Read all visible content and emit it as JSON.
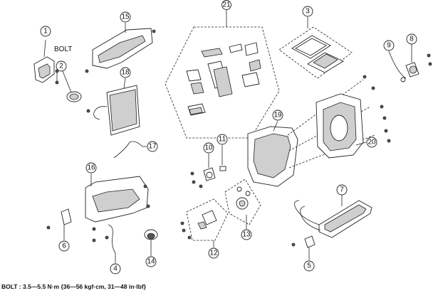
{
  "bolt_label": "BOLT",
  "torque_note": "BOLT : 3.5—5.5 N·m {36—56 kgf·cm, 31—48 in·lbf}",
  "callouts": [
    "1",
    "2",
    "3",
    "4",
    "5",
    "6",
    "7",
    "8",
    "9",
    "10",
    "11",
    "12",
    "13",
    "14",
    "15",
    "16",
    "17",
    "18",
    "19",
    "20",
    "21"
  ]
}
